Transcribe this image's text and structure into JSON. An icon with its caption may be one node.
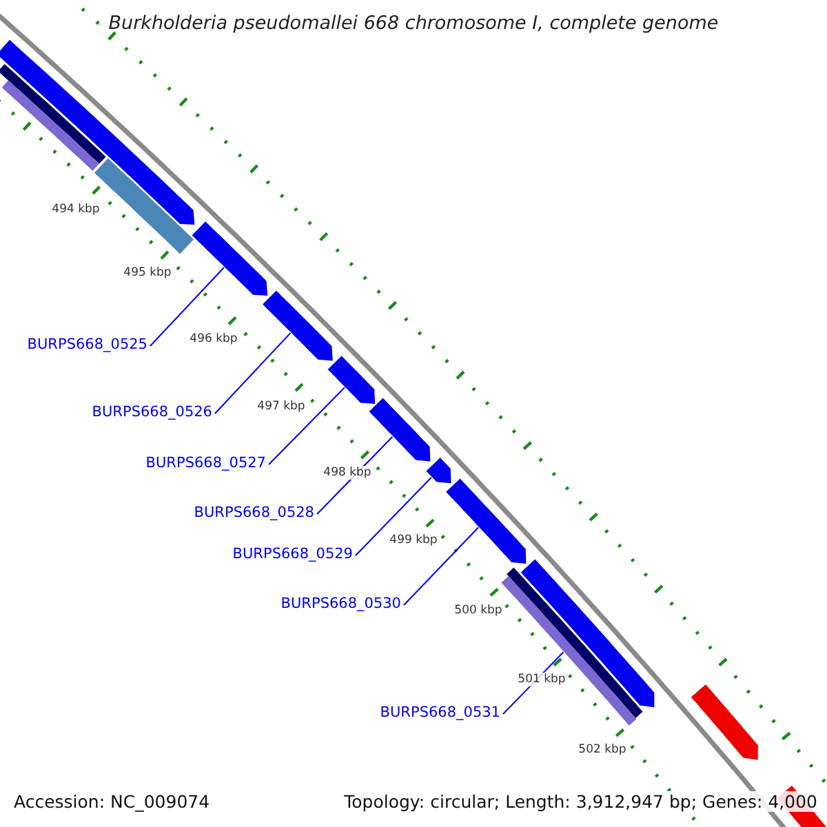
{
  "diagram": {
    "title": "Burkholderia pseudomallei 668 chromosome I, complete genome",
    "nodes": [
      {
        "text": [
          "BURPS668_0525"
        ]
      },
      {
        "text": [
          "BURPS668_0526"
        ]
      },
      {
        "text": [
          "BURPS668_0527"
        ]
      },
      {
        "text": [
          "BURPS668_0528"
        ]
      },
      {
        "text": [
          "BURPS668_0529"
        ]
      },
      {
        "text": [
          "BURPS668_0530"
        ]
      },
      {
        "text": [
          "BURPS668_0531"
        ]
      },
      {
        "text": [],
        "shape": "arrow"
      },
      {
        "text": [],
        "shape": "bar"
      },
      {
        "text": [],
        "shape": "bar"
      },
      {
        "text": [],
        "shape": "arrow"
      },
      {
        "text": [],
        "shape": "bar"
      },
      {
        "text": [],
        "shape": "arrow"
      },
      {
        "text": [],
        "shape": "arrow"
      },
      {
        "text": [],
        "shape": "arrow"
      },
      {
        "text": [],
        "shape": "arrow"
      },
      {
        "text": [],
        "shape": "arrow"
      },
      {
        "text": [],
        "shape": "arrow"
      },
      {
        "text": [],
        "shape": "bar"
      },
      {
        "text": [],
        "shape": "bar"
      },
      {
        "text": [],
        "shape": "arrow"
      },
      {
        "text": [],
        "shape": "arrow"
      },
      {
        "text": [],
        "shape": "arrow"
      }
    ],
    "edges": [
      {
        "from": 0,
        "to": 12,
        "arrow": "none"
      },
      {
        "from": 1,
        "to": 13,
        "arrow": "none"
      },
      {
        "from": 2,
        "to": 14,
        "arrow": "none"
      },
      {
        "from": 3,
        "to": 15,
        "arrow": "none"
      },
      {
        "from": 4,
        "to": 16,
        "arrow": "none"
      },
      {
        "from": 5,
        "to": 17,
        "arrow": "none"
      },
      {
        "from": 6,
        "to": 19,
        "arrow": "none"
      }
    ],
    "labels": [
      "494 kbp",
      "495 kbp",
      "496 kbp",
      "497 kbp",
      "498 kbp",
      "499 kbp",
      "500 kbp",
      "501 kbp",
      "502 kbp",
      "Accession: NC_009074",
      "Topology: circular; Length: 3,912,947 bp; Genes: 4,000"
    ]
  }
}
